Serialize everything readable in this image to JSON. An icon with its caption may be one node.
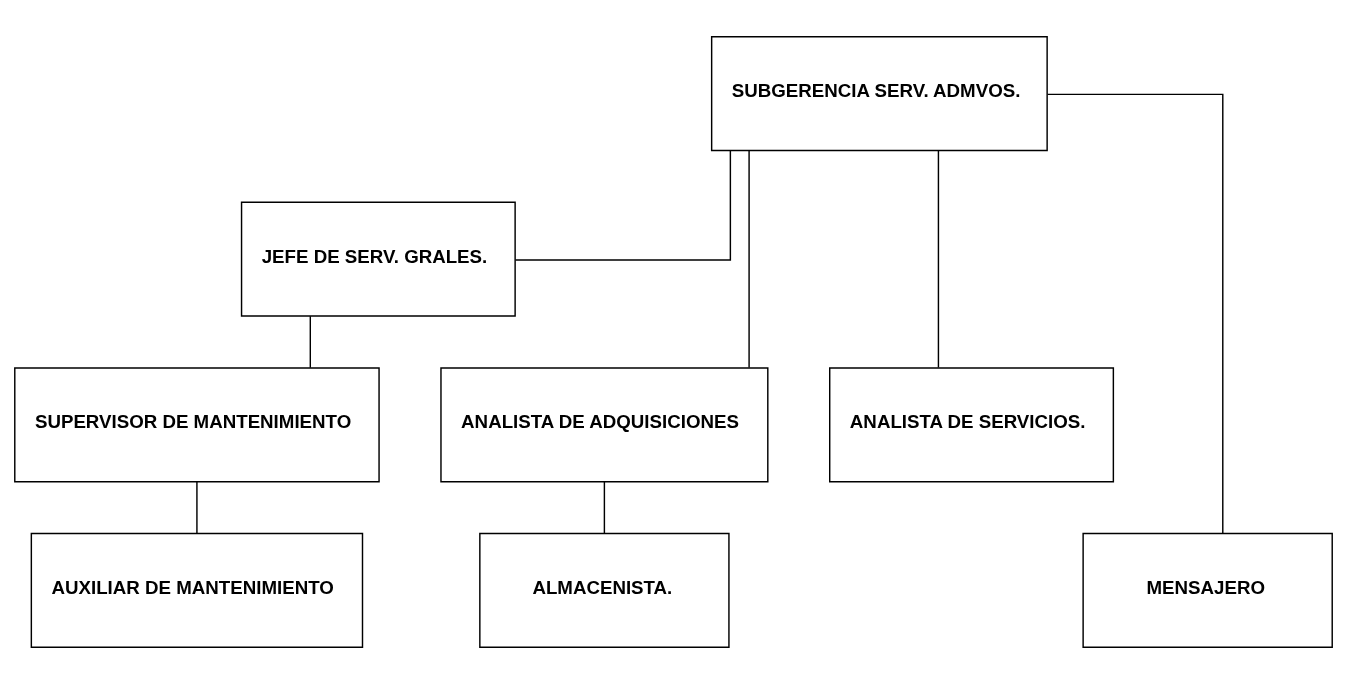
{
  "diagram": {
    "nodes": [
      {
        "text": [
          "SUBGERENCIA SERV. ADMVOS."
        ]
      },
      {
        "text": [
          "JEFE DE SERV. GRALES."
        ]
      },
      {
        "text": [
          "ANALISTA DE ADQUISICIONES"
        ]
      },
      {
        "text": [
          "ANALISTA DE SERVICIOS."
        ]
      },
      {
        "text": [
          "MENSAJERO"
        ]
      },
      {
        "text": [
          "SUPERVISOR DE MANTENIMIENTO"
        ]
      },
      {
        "text": [
          "AUXILIAR DE MANTENIMIENTO"
        ]
      },
      {
        "text": [
          "ALMACENISTA."
        ]
      }
    ],
    "edges": [
      {
        "from": 0,
        "to": 1,
        "arrow": "none"
      },
      {
        "from": 0,
        "to": 2,
        "arrow": "none"
      },
      {
        "from": 0,
        "to": 3,
        "arrow": "none"
      },
      {
        "from": 0,
        "to": 4,
        "arrow": "none"
      },
      {
        "from": 1,
        "to": 5,
        "arrow": "none"
      },
      {
        "from": 5,
        "to": 6,
        "arrow": "none"
      },
      {
        "from": 2,
        "to": 7,
        "arrow": "none"
      }
    ]
  }
}
